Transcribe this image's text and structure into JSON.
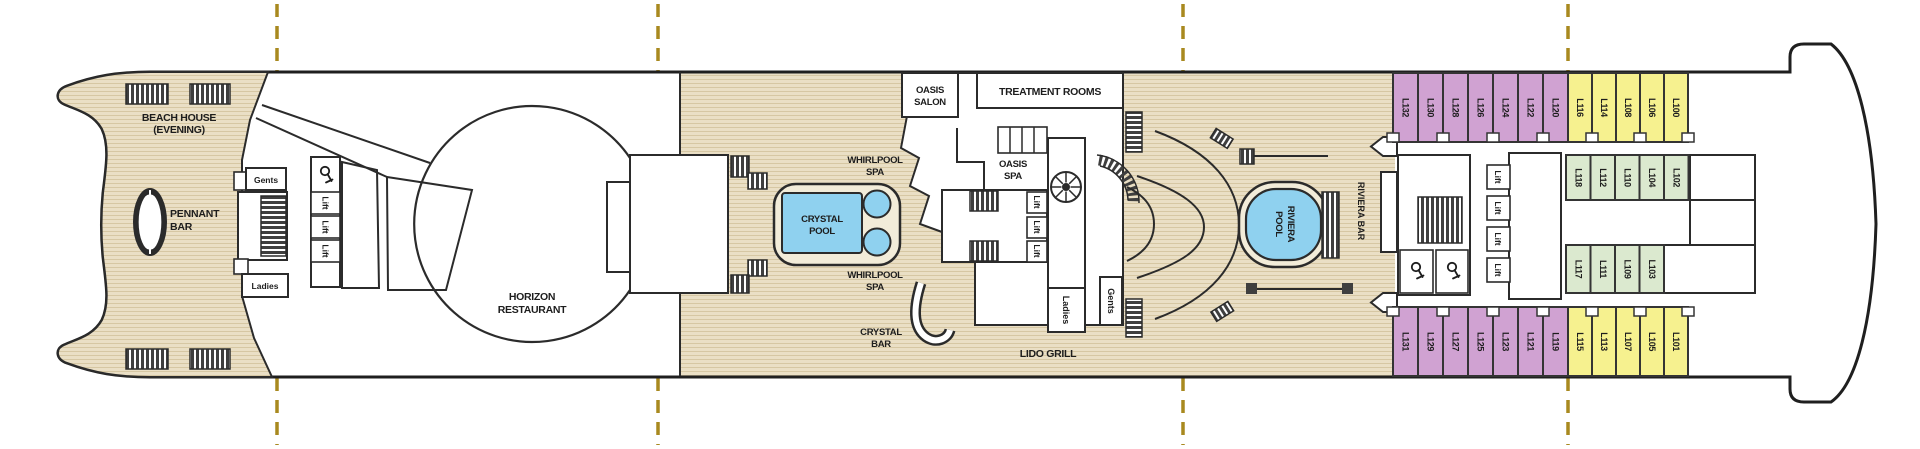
{
  "plan": {
    "labels": {
      "beach_house_1": "BEACH HOUSE",
      "beach_house_2": "(EVENING)",
      "pennant_1": "PENNANT",
      "pennant_2": "BAR",
      "gents": "Gents",
      "ladies": "Ladies",
      "lift": "Lift",
      "horizon_1": "HORIZON",
      "horizon_2": "RESTAURANT",
      "whirlpool_1": "WHIRLPOOL",
      "whirlpool_2": "SPA",
      "crystal_pool_1": "CRYSTAL",
      "crystal_pool_2": "POOL",
      "crystal_bar_1": "CRYSTAL",
      "crystal_bar_2": "BAR",
      "oasis_salon_1": "OASIS",
      "oasis_salon_2": "SALON",
      "treatment_rooms": "TREATMENT ROOMS",
      "oasis_spa_1": "OASIS",
      "oasis_spa_2": "SPA",
      "lido_grill": "LIDO GRILL",
      "riviera_pool_1": "RIVIERA",
      "riviera_pool_2": "POOL",
      "riviera_bar": "RIVIERA BAR"
    },
    "colors": {
      "deck": "#eadfc5",
      "deck_stripe": "#d6c7a3",
      "pool_blue": "#8fd1ef",
      "cabin_purple": "#d0a2d2",
      "cabin_yellow": "#f6f18f",
      "cabin_green": "#dbe9cf",
      "divider_gold": "#a8891f",
      "outline": "#2b2b2b"
    },
    "cabins": {
      "rows": [
        {
          "id": "top",
          "items": [
            {
              "num": "L132",
              "color": "purple"
            },
            {
              "num": "L130",
              "color": "purple"
            },
            {
              "num": "L128",
              "color": "purple"
            },
            {
              "num": "L126",
              "color": "purple"
            },
            {
              "num": "L124",
              "color": "purple"
            },
            {
              "num": "L122",
              "color": "purple"
            },
            {
              "num": "L120",
              "color": "purple"
            },
            {
              "num": "L116",
              "color": "yellow"
            },
            {
              "num": "L114",
              "color": "yellow"
            },
            {
              "num": "L108",
              "color": "yellow"
            },
            {
              "num": "L106",
              "color": "yellow"
            },
            {
              "num": "L100",
              "color": "yellow"
            }
          ]
        },
        {
          "id": "mid_a",
          "items": [
            {
              "num": "L118",
              "color": "green"
            },
            {
              "num": "L112",
              "color": "green"
            },
            {
              "num": "L110",
              "color": "green"
            },
            {
              "num": "L104",
              "color": "green"
            },
            {
              "num": "L102",
              "color": "green"
            }
          ]
        },
        {
          "id": "mid_b",
          "items": [
            {
              "num": "L117",
              "color": "green"
            },
            {
              "num": "L111",
              "color": "green"
            },
            {
              "num": "L109",
              "color": "green"
            },
            {
              "num": "L103",
              "color": "green"
            }
          ]
        },
        {
          "id": "bottom",
          "items": [
            {
              "num": "L131",
              "color": "purple"
            },
            {
              "num": "L129",
              "color": "purple"
            },
            {
              "num": "L127",
              "color": "purple"
            },
            {
              "num": "L125",
              "color": "purple"
            },
            {
              "num": "L123",
              "color": "purple"
            },
            {
              "num": "L121",
              "color": "purple"
            },
            {
              "num": "L119",
              "color": "purple"
            },
            {
              "num": "L115",
              "color": "yellow"
            },
            {
              "num": "L113",
              "color": "yellow"
            },
            {
              "num": "L107",
              "color": "yellow"
            },
            {
              "num": "L105",
              "color": "yellow"
            },
            {
              "num": "L101",
              "color": "yellow"
            }
          ]
        }
      ]
    }
  }
}
